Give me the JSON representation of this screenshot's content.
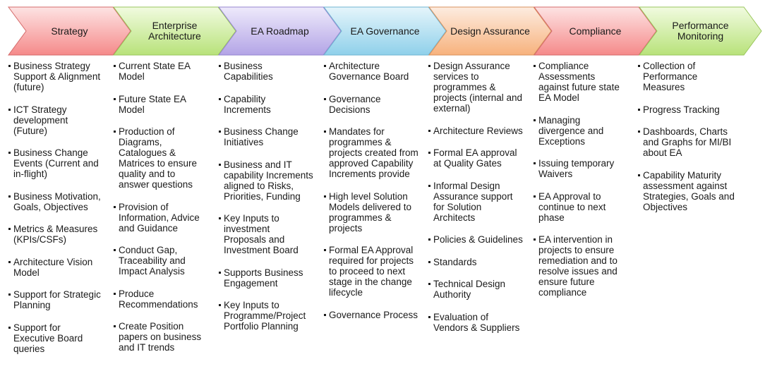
{
  "stages": [
    {
      "label": "Strategy",
      "color_light": "#fde3e3",
      "color_dark": "#f58a8a",
      "stroke": "#d46a6a",
      "items": [
        "Business Strategy Support & Alignment (future)",
        "ICT Strategy development (Future)",
        "Business Change Events (Current and in-flight)",
        "Business Motivation, Goals, Objectives",
        "Metrics & Measures (KPIs/CSFs)",
        "Architecture Vision Model",
        "Support for Strategic Planning",
        "Support for Executive Board queries"
      ]
    },
    {
      "label": "Enterprise Architecture",
      "color_light": "#f1fbe0",
      "color_dark": "#b8e27a",
      "stroke": "#9ac65c",
      "items": [
        "Current State EA Model",
        "Future State EA Model",
        "Production of Diagrams, Catalogues & Matrices to ensure quality and to answer questions",
        "Provision of Information, Advice and Guidance",
        "Conduct Gap, Traceability and Impact Analysis",
        "Produce Recommendations",
        "Create Position papers on business and IT trends"
      ]
    },
    {
      "label": "EA Roadmap",
      "color_light": "#eeeafb",
      "color_dark": "#b3a4e6",
      "stroke": "#9585cf",
      "items": [
        "Business Capabilities",
        "Capability Increments",
        "Business Change Initiatives",
        "Business and IT capability Increments aligned to Risks, Priorities, Funding",
        "Key Inputs to investment Proposals and Investment Board",
        "Supports Business Engagement",
        "Key Inputs to Programme/Project Portfolio Planning"
      ]
    },
    {
      "label": "EA Governance",
      "color_light": "#e5f5fb",
      "color_dark": "#8fd0ea",
      "stroke": "#6fb4d2",
      "items": [
        "Architecture Governance Board",
        "Governance Decisions",
        "Mandates for programmes & projects created from approved Capability Increments provide",
        "High level Solution Models delivered to programmes & projects",
        "Formal EA Approval required for projects to proceed to next stage in the change lifecycle",
        "Governance Process"
      ]
    },
    {
      "label": "Design Assurance",
      "color_light": "#fdece0",
      "color_dark": "#f7b27d",
      "stroke": "#d9925c",
      "items": [
        "Design Assurance services to programmes & projects (internal and external)",
        "Architecture Reviews",
        "Formal EA approval at Quality Gates",
        "Informal Design Assurance support for Solution Architects",
        "Policies & Guidelines",
        "Standards",
        "Technical Design Authority",
        "Evaluation of Vendors & Suppliers"
      ]
    },
    {
      "label": "Compliance",
      "color_light": "#fde3e3",
      "color_dark": "#f58a8a",
      "stroke": "#d46a6a",
      "items": [
        "Compliance Assessments against future state EA Model",
        "Managing divergence and Exceptions",
        "Issuing temporary Waivers",
        "EA Approval to continue to next phase",
        "EA intervention in projects to ensure remediation and to resolve issues and ensure future compliance"
      ]
    },
    {
      "label": "Performance Monitoring",
      "color_light": "#f1fbe0",
      "color_dark": "#b8e27a",
      "stroke": "#9ac65c",
      "items": [
        "Collection of Performance Measures",
        "Progress Tracking",
        "Dashboards, Charts and Graphs for MI/BI about EA",
        "Capability Maturity assessment against Strategies, Goals and Objectives"
      ]
    }
  ]
}
